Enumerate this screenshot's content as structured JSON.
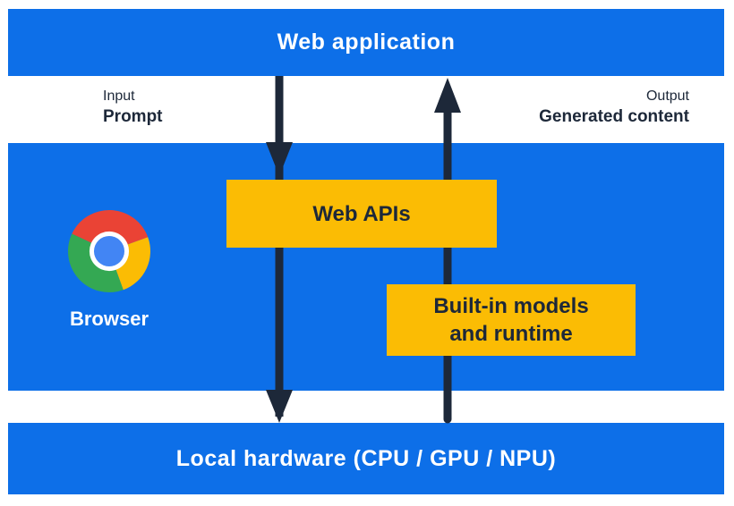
{
  "diagram_title": "Web application to local hardware AI flow",
  "colors": {
    "section_blue": "#0d6fe8",
    "box_yellow": "#fbbc04",
    "arrow_navy": "#1d2839",
    "text_white": "#ffffff",
    "chrome_red": "#ea4335",
    "chrome_yellow": "#fbbc04",
    "chrome_green": "#34a853",
    "chrome_blue": "#4285f4"
  },
  "top_bar": {
    "label": "Web application"
  },
  "flow_labels": {
    "input_caption": "Input",
    "input_value": "Prompt",
    "output_caption": "Output",
    "output_value": "Generated content"
  },
  "arrows": {
    "down_arrow": "prompt flows down from web application through Web APIs to local hardware",
    "up_arrow": "generated content flows up from local hardware through built-in models to web application"
  },
  "browser_section": {
    "logo_icon": "chrome-logo-icon",
    "browser_label": "Browser",
    "web_apis_box": {
      "label": "Web APIs"
    },
    "models_box": {
      "label_line1": "Built-in models",
      "label_line2": "and runtime"
    }
  },
  "bottom_bar": {
    "label": "Local hardware (CPU / GPU / NPU)"
  }
}
